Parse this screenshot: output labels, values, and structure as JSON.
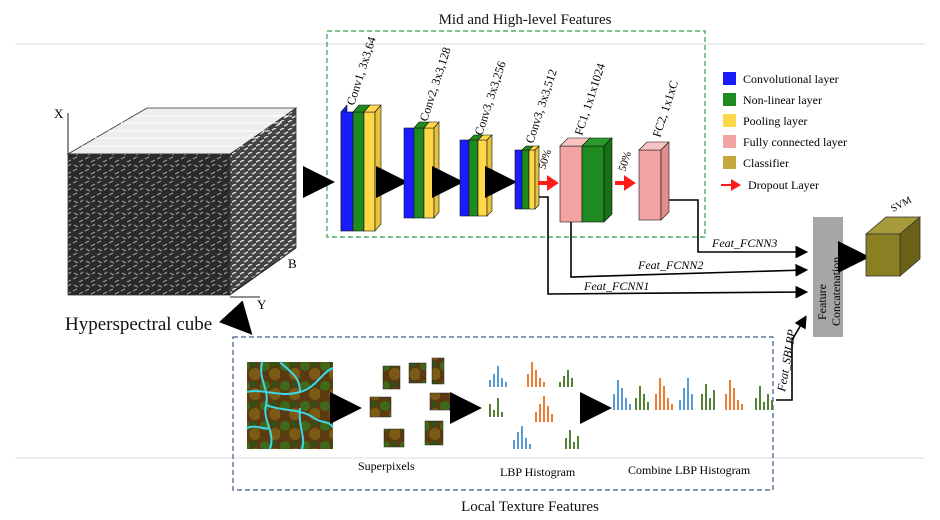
{
  "titles": {
    "top": "Mid and High-level Features",
    "bottom": "Local Texture Features"
  },
  "cube": {
    "label": "Hyperspectral cube",
    "axis_x": "X",
    "axis_y": "Y",
    "axis_b": "B"
  },
  "cnn_layers": {
    "conv1": "Conv1, 3x3,64",
    "conv2": "Conv2, 3x3,128",
    "conv3": "Conv3, 3x3,256",
    "conv4": "Conv3, 3x3,512",
    "fc1": "FC1, 1x1x1024",
    "fc2": "FC2, 1x1xC"
  },
  "dropout": {
    "d1": "50%",
    "d2": "50%"
  },
  "legend": [
    {
      "label": "Convolutional layer",
      "color": "#1b1bff"
    },
    {
      "label": "Non-linear layer",
      "color": "#1f8a1f"
    },
    {
      "label": "Pooling layer",
      "color": "#ffd84a"
    },
    {
      "label": "Fully connected layer",
      "color": "#f4a3a3"
    },
    {
      "label": "Classifier",
      "color": "#c5a83b"
    },
    {
      "label": "Dropout Layer",
      "color": "#ff1a1a"
    }
  ],
  "features": {
    "fcnn3": "Feat_FCNN3",
    "fcnn2": "Feat_FCNN2",
    "fcnn1": "Feat_FCNN1",
    "sblbp": "Feat_SBLBP"
  },
  "concat": {
    "line1": "Feature",
    "line2": "Concatenation"
  },
  "classifier": {
    "label": "SVM"
  },
  "texture_steps": {
    "superpixels": "Superpixels",
    "lbp": "LBP Histogram",
    "combine": "Combine LBP Histogram"
  },
  "histogram_colors": {
    "blue": "#5b9bd5",
    "orange": "#ed7d31",
    "green": "#548235"
  }
}
